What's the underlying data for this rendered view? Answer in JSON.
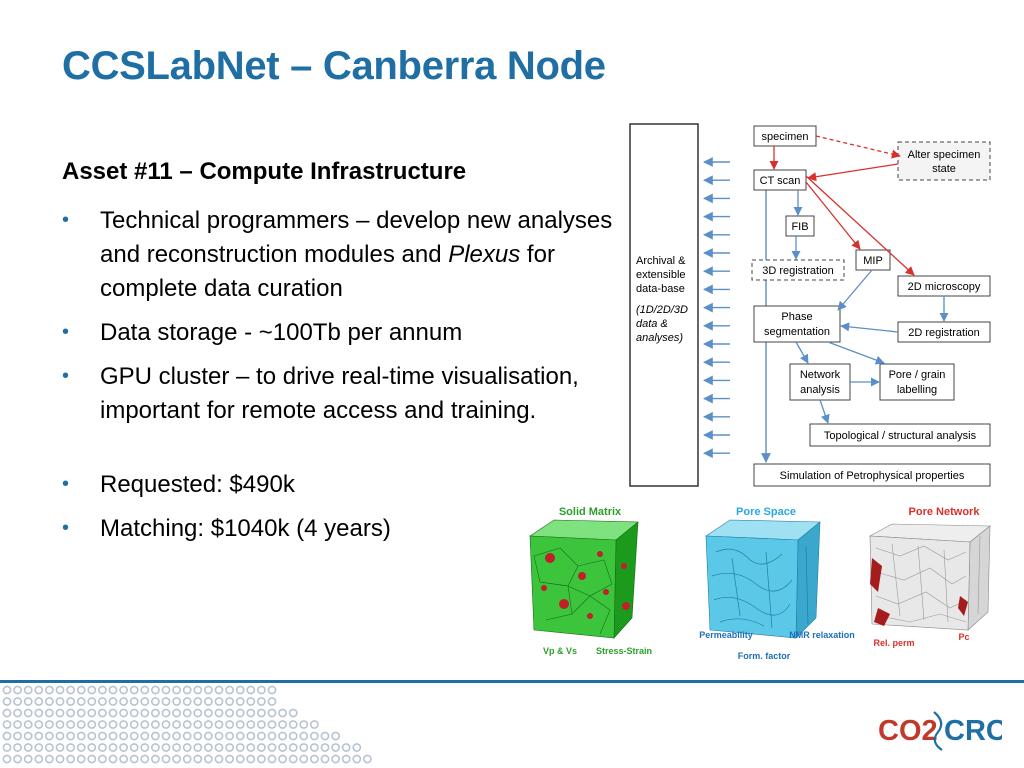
{
  "slide": {
    "title": "CCSLabNet – Canberra Node",
    "heading": "Asset #11 – Compute Infrastructure",
    "bullet_marker": "•",
    "bullets": [
      {
        "pre": "Technical programmers – develop new analyses and reconstruction modules and ",
        "em": "Plexus",
        "post": " for complete data curation"
      },
      {
        "pre": "Data storage - ~100Tb per annum",
        "em": "",
        "post": ""
      },
      {
        "pre": "GPU cluster – to drive real-time visualisation, important for remote access and training.",
        "em": "",
        "post": ""
      },
      {
        "pre": "Requested: $490k",
        "em": "",
        "post": ""
      },
      {
        "pre": "Matching: $1040k (4 years)",
        "em": "",
        "post": ""
      }
    ]
  },
  "workflow": {
    "database_lines": [
      "Archival &",
      "extensible",
      "data-base"
    ],
    "database_italic_lines": [
      "(1D/2D/3D",
      "data &",
      "analyses)"
    ],
    "nodes": {
      "specimen": "specimen",
      "alter_specimen": [
        "Alter specimen",
        "state"
      ],
      "ct_scan": "CT scan",
      "fib": "FIB",
      "mip": "MIP",
      "registration_3d": "3D registration",
      "microscopy_2d": "2D microscopy",
      "phase_segmentation": [
        "Phase",
        "segmentation"
      ],
      "registration_2d": "2D registration",
      "network_analysis": [
        "Network",
        "analysis"
      ],
      "pore_grain": [
        "Pore / grain",
        "labelling"
      ],
      "topological": "Topological / structural analysis",
      "simulation": "Simulation of Petrophysical properties"
    },
    "colors": {
      "blue_arrow": "#5b8fc7",
      "red_arrow": "#d9302b",
      "box_border": "#444444"
    }
  },
  "panels": [
    {
      "title": "Solid Matrix",
      "title_color": "#2aa02a",
      "labels": [
        "Vp & Vs",
        "Stress-Strain"
      ],
      "label_color": "#2aa02a",
      "cube_color": "#3cc43c"
    },
    {
      "title": "Pore Space",
      "title_color": "#29a9e0",
      "labels": [
        "Permeability",
        "NMR relaxation",
        "Form. factor"
      ],
      "label_color": "#1f6fb5",
      "cube_color": "#5cc8e8"
    },
    {
      "title": "Pore Network",
      "title_color": "#d9302b",
      "labels": [
        "Rel. perm",
        "Pc"
      ],
      "label_color": "#d9302b",
      "cube_color": "#c8c8c8"
    }
  ],
  "logo": {
    "left": "CO2",
    "right": "CRC",
    "left_color": "#c0392b",
    "right_color": "#1f6fa5"
  },
  "theme": {
    "accent": "#1f6fa5",
    "dot_color": "#b7c3d2"
  }
}
